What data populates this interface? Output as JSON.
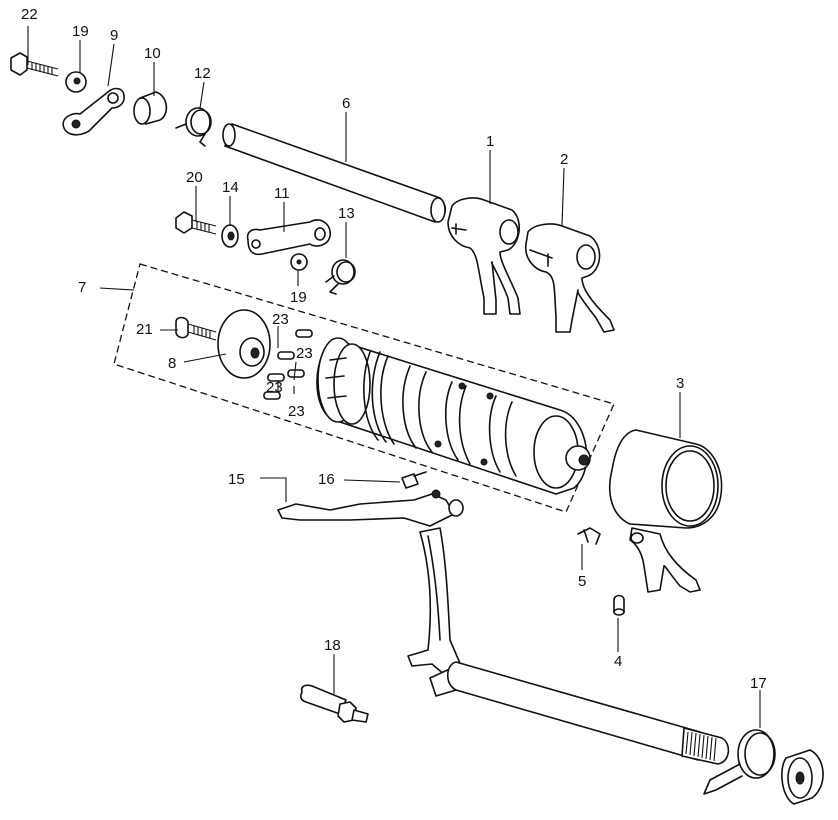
{
  "callouts": [
    "1",
    "2",
    "3",
    "4",
    "5",
    "6",
    "7",
    "8",
    "9",
    "10",
    "11",
    "12",
    "13",
    "14",
    "15",
    "16",
    "17",
    "18",
    "19",
    "19",
    "20",
    "21",
    "22",
    "23",
    "23",
    "23",
    "23"
  ]
}
